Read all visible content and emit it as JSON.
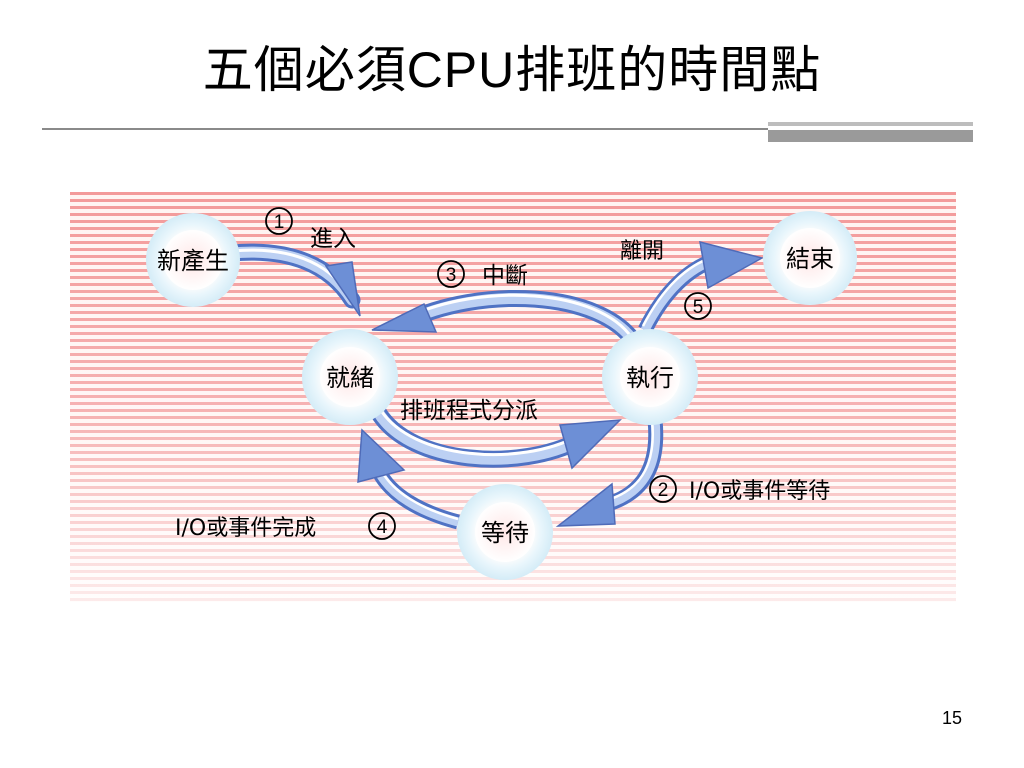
{
  "slide": {
    "title_prefix": "五個必須",
    "title_latin": "CPU",
    "title_suffix": "排班的時間點",
    "page_number": "15"
  },
  "diagram": {
    "states": {
      "new": "新產生",
      "ready": "就緒",
      "running": "執行",
      "waiting": "等待",
      "terminated": "結束"
    },
    "transitions": {
      "admit_num": "1",
      "admit": "進入",
      "interrupt_num": "3",
      "interrupt": "中斷",
      "dispatch": "排班程式分派",
      "io_wait_num": "2",
      "io_wait": "I/O或事件等待",
      "io_done": "I/O或事件完成",
      "io_done_num": "4",
      "exit": "離開",
      "exit_num": "5"
    }
  },
  "colors": {
    "stripe": "#f39a9a",
    "arrow_light": "#e6efff",
    "arrow_dark": "#4f72c4",
    "node_ring": "#e2f4fb"
  }
}
